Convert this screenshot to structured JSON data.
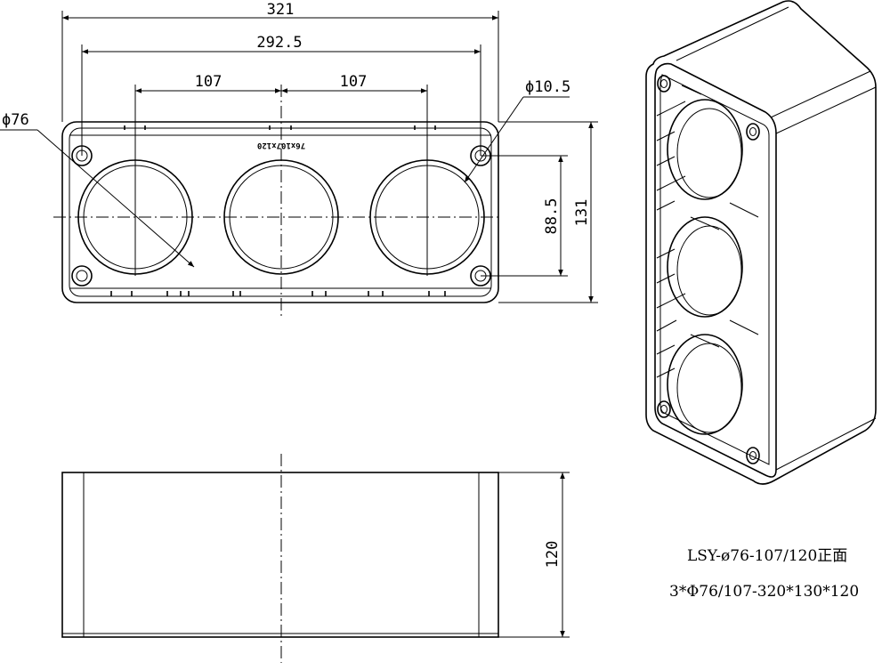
{
  "dimensions": {
    "overall_width": "321",
    "hole_pitch_span": "292.5",
    "spacing_left": "107",
    "spacing_right": "107",
    "hole_diameter": "ϕ76",
    "screw_hole_diameter": "ϕ10.5",
    "screw_vertical_spacing": "88.5",
    "overall_height": "131",
    "depth": "120"
  },
  "emboss_text": "76x107x120",
  "caption": {
    "model_line": "LSY-ø76-107/120正面",
    "spec_line": "3*Φ76/107-320*130*120"
  }
}
